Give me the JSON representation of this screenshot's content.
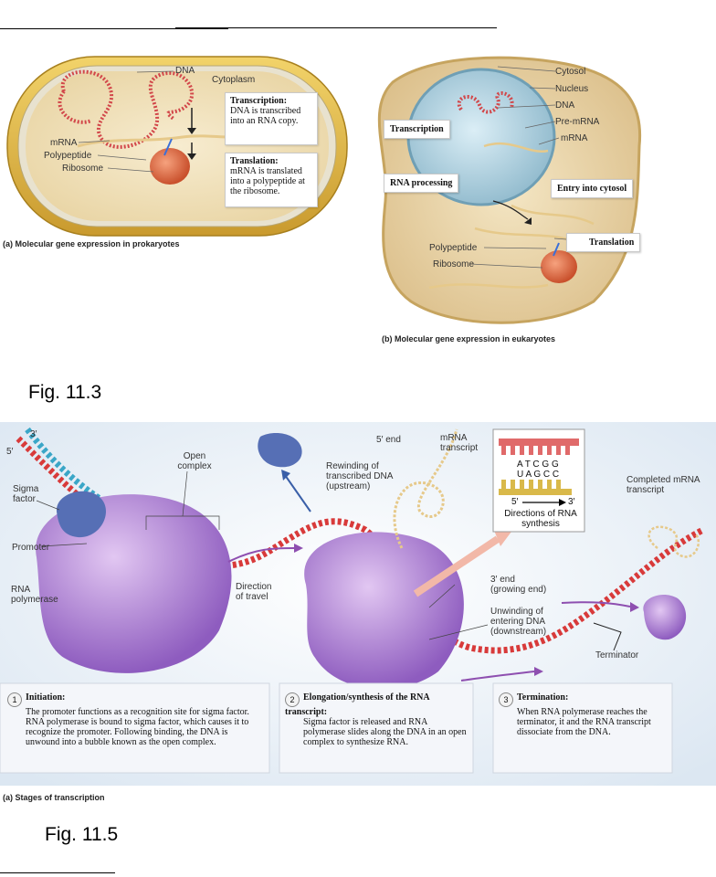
{
  "fig_11_3": {
    "label": "Fig. 11.3",
    "prokaryote": {
      "labels": {
        "dna": "DNA",
        "cytoplasm": "Cytoplasm",
        "mrna": "mRNA",
        "polypeptide": "Polypeptide",
        "ribosome": "Ribosome"
      },
      "transcription_title": "Transcription:",
      "transcription_body": "DNA is transcribed into an RNA copy.",
      "translation_title": "Translation:",
      "translation_body": "mRNA is translated into a polypeptide at the ribosome.",
      "caption": "(a) Molecular gene expression in prokaryotes"
    },
    "eukaryote": {
      "labels": {
        "cytosol": "Cytosol",
        "nucleus": "Nucleus",
        "dna": "DNA",
        "pre_mrna": "Pre-mRNA",
        "mrna": "mRNA",
        "polypeptide": "Polypeptide",
        "ribosome": "Ribosome"
      },
      "tags": {
        "transcription": "Transcription",
        "rna_processing": "RNA processing",
        "entry": "Entry into cytosol",
        "translation": "Translation"
      },
      "caption": "(b) Molecular gene expression in eukaryotes"
    }
  },
  "fig_11_5": {
    "label": "Fig. 11.5",
    "labels": {
      "three_prime": "3′",
      "five_prime": "5′",
      "sigma_factor": "Sigma factor",
      "open_complex": "Open complex",
      "promoter": "Promoter",
      "rna_polymerase": "RNA polymerase",
      "direction_of_travel": "Direction of travel",
      "five_end": "5′ end",
      "mrna_transcript": "mRNA transcript",
      "rewinding": "Rewinding of transcribed DNA (upstream)",
      "three_end": "3′ end (growing end)",
      "unwinding": "Unwinding of entering DNA (downstream)",
      "completed": "Completed mRNA transcript",
      "terminator": "Terminator"
    },
    "inset": {
      "dna_seq": "A T C G G",
      "rna_seq": "U A G C C",
      "five": "5′",
      "three": "3′",
      "direction": "Directions of RNA synthesis"
    },
    "stages": [
      {
        "num": "1",
        "title": "Initiation:",
        "body": "The promoter functions as a recognition site for sigma factor. RNA polymerase is bound to sigma factor, which causes it to recognize the promoter. Following binding, the DNA is unwound into a bubble known as the open complex."
      },
      {
        "num": "2",
        "title": "Elongation/synthesis of the RNA transcript:",
        "body": "Sigma factor is released and RNA polymerase slides along the DNA in an open complex to synthesize RNA."
      },
      {
        "num": "3",
        "title": "Termination:",
        "body": "When RNA polymerase reaches the terminator, it and the RNA transcript dissociate from the DNA."
      }
    ],
    "caption": "(a) Stages of transcription"
  }
}
